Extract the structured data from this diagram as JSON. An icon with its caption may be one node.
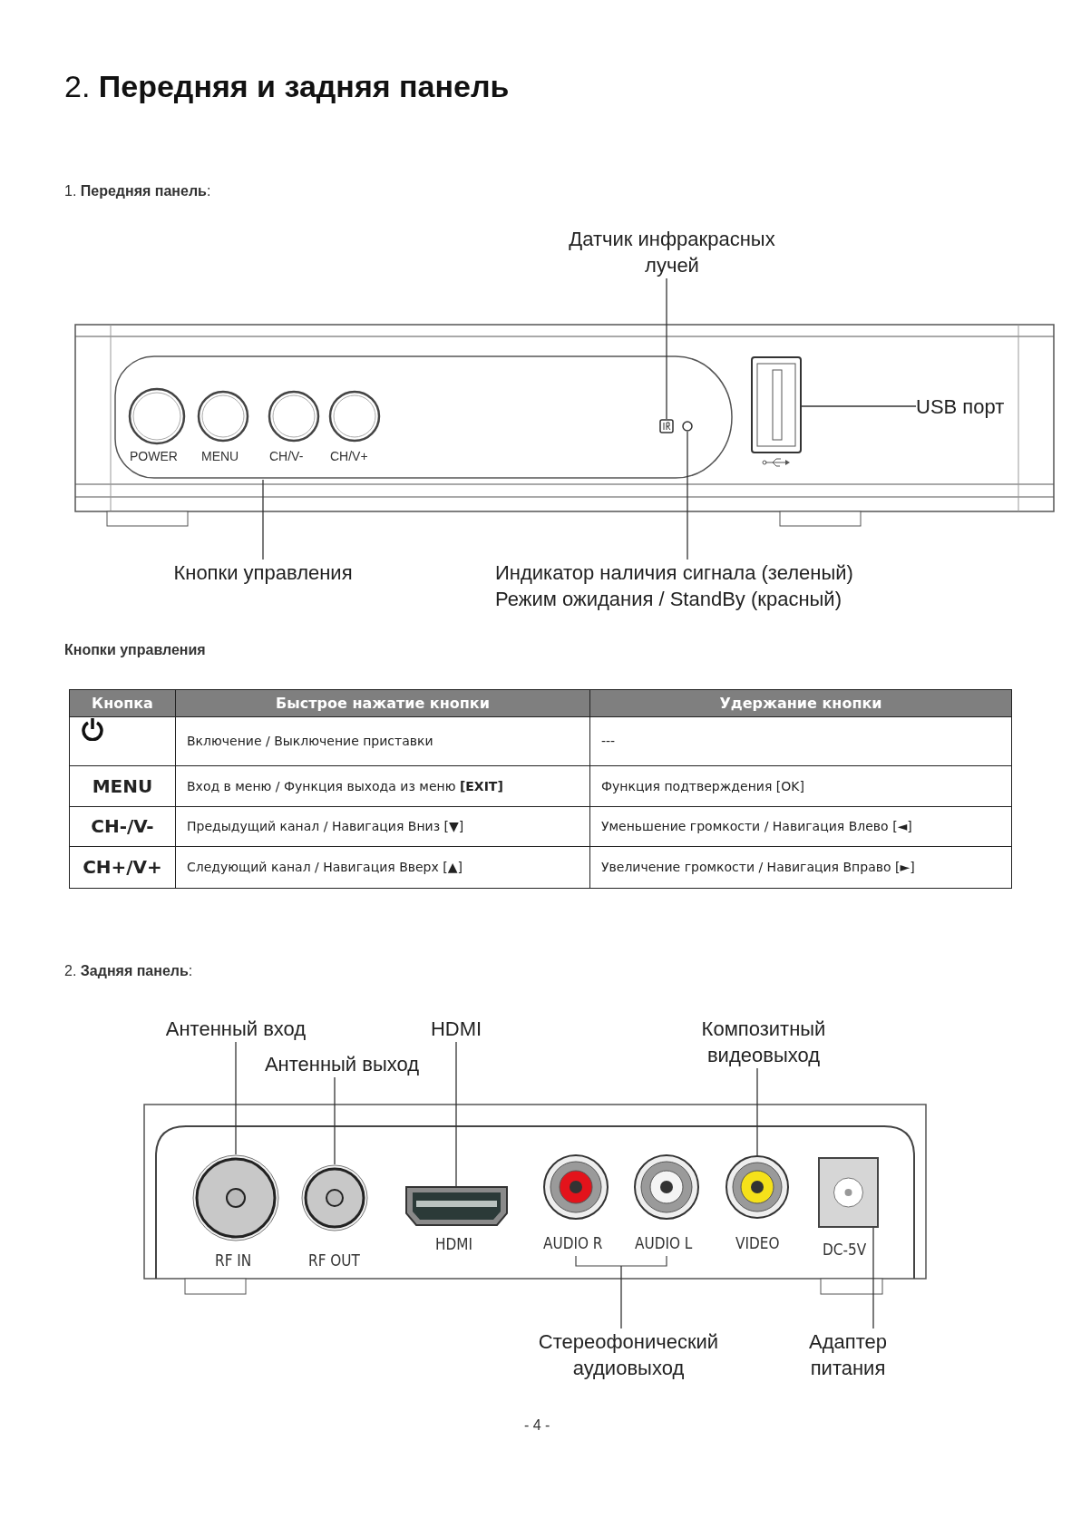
{
  "diagram": {
    "title": "2. **Передняя и задняя панель**",
    "nodes": [
      {
        "text": [
          "Датчик инфракрасных лучей"
        ]
      },
      {
        "text": [],
        "shape": "box"
      },
      {
        "text": [],
        "shape": "circle"
      },
      {
        "text": [],
        "shape": "box"
      },
      {
        "text": [
          "USB порт"
        ]
      },
      {
        "text": [
          "Кнопки управления"
        ]
      },
      {
        "text": [
          "Индикатор наличия сигнала (зеленый)",
          "Режим ожидания / StandBy (красный)"
        ]
      },
      {
        "text": [
          "Антенный вход"
        ]
      },
      {
        "text": [
          "HDMI"
        ]
      },
      {
        "text": [
          "Композитный видеовыход"
        ]
      },
      {
        "text": [
          "Антенный выход"
        ]
      },
      {
        "text": [],
        "shape": "circle",
        "beside": [
          "RF IN"
        ]
      },
      {
        "text": [],
        "shape": "circle",
        "beside": [
          "RF OUT"
        ]
      },
      {
        "text": [],
        "shape": "box",
        "beside": [
          "HDMI"
        ]
      },
      {
        "text": [],
        "shape": "circle",
        "beside": [
          "VIDEO"
        ]
      },
      {
        "text": [],
        "shape": "box",
        "beside": [
          "DC-5V"
        ]
      },
      {
        "text": [
          "Стереофонический аудиовыход"
        ]
      },
      {
        "text": [
          "Адаптер питания"
        ]
      }
    ],
    "edges": [
      {
        "from": 0,
        "to": 1,
        "arrow": "none"
      },
      {
        "from": 4,
        "to": 3,
        "arrow": "none"
      },
      {
        "from": 5,
        "to": null,
        "arrow": "none"
      },
      {
        "from": 6,
        "to": 2,
        "arrow": "none"
      },
      {
        "from": 7,
        "to": 11,
        "arrow": "none"
      },
      {
        "from": 10,
        "to": 12,
        "arrow": "none"
      },
      {
        "from": 8,
        "to": 13,
        "arrow": "none"
      },
      {
        "from": 9,
        "to": 14,
        "arrow": "none"
      },
      {
        "from": 16,
        "to": null,
        "arrow": "none"
      },
      {
        "from": 17,
        "to": 15,
        "arrow": "none"
      }
    ],
    "labels": [
      "1. **Передняя панель**:",
      "POWER",
      "MENU",
      "CH/V-",
      "CH/V+",
      "Кнопки управления",
      "Кнопка",
      "Быстрое нажатие кнопки",
      "Удержание кнопки",
      "Включение / Выключение приставки",
      "---",
      "MENU",
      "Вход в меню / Функция выхода из меню **[EXIT]**",
      "Функция подтверждения [OK]",
      "CH-/V-",
      "Предыдущий канал / Навигация Вниз [▼]",
      "Уменьшение громкости / Навигация Влево [◄]",
      "CH+/V+",
      "Следующий канал / Навигация Вверх [▲]",
      "Увеличение громкости / Навигация Вправо [►]",
      "2. **Задняя панель**:",
      "AUDIO R",
      "AUDIO L",
      "- 4 -"
    ]
  }
}
